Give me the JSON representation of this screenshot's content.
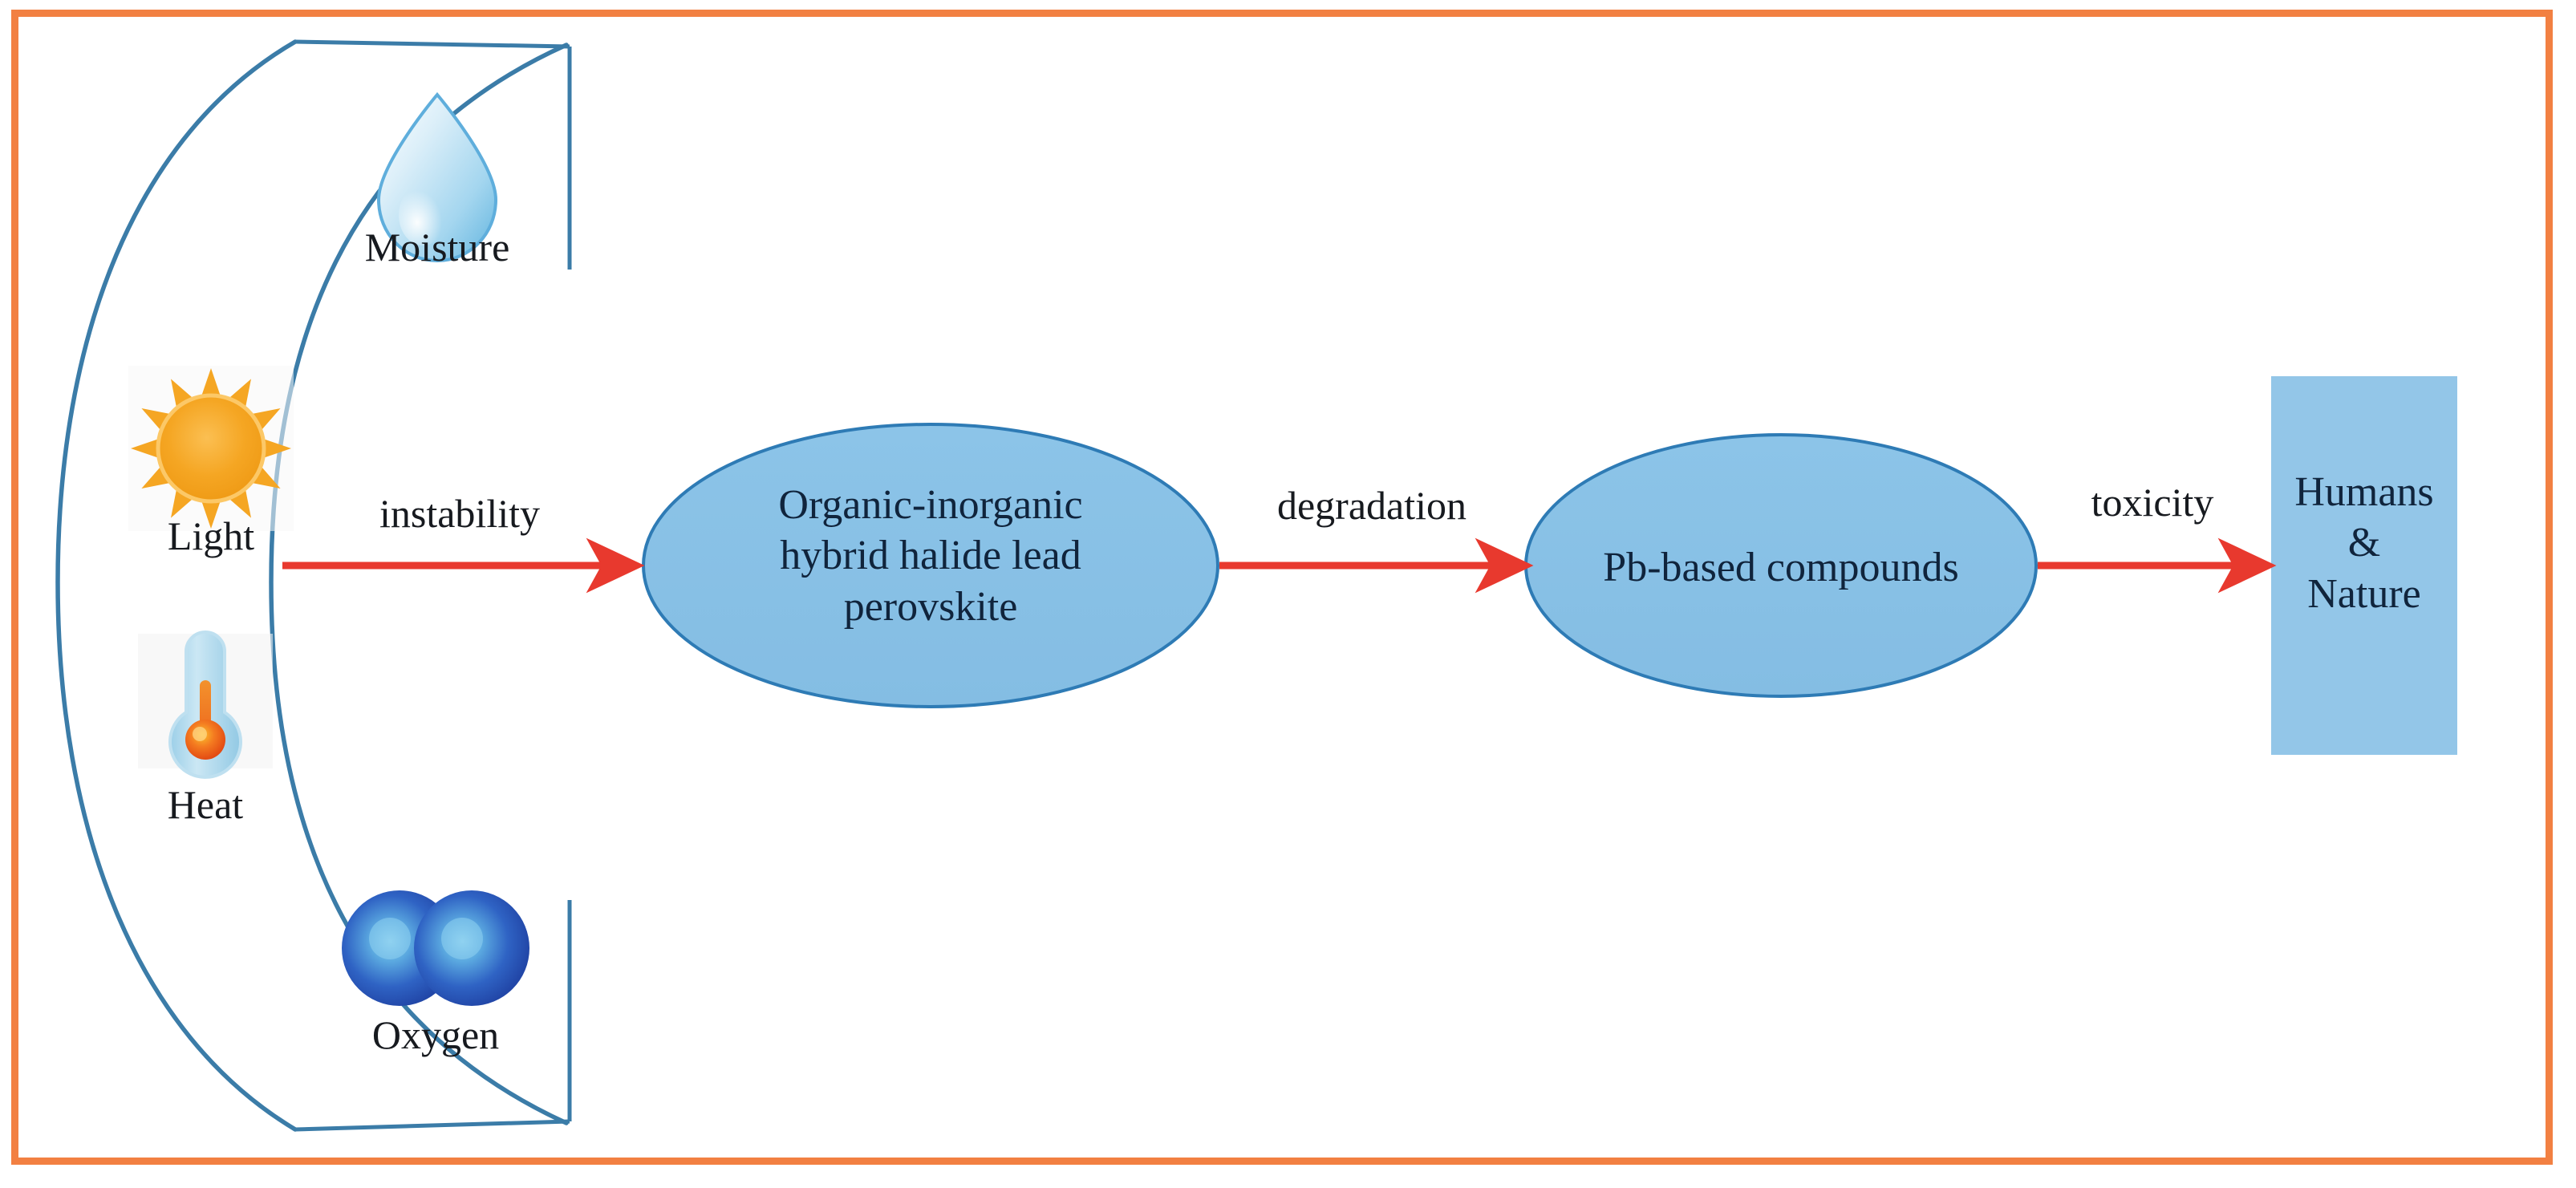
{
  "figure": {
    "border_color": "#F28042",
    "background": "#ffffff",
    "accent_blue": "#85BEE4",
    "node_stroke": "#2E7BB5",
    "arrow_color": "#E8392E",
    "brace_color": "#3B7CA8",
    "text_color": "#171a1f"
  },
  "factors": {
    "group_label": "degradation-factors",
    "items": [
      {
        "id": "moisture",
        "label": "Moisture",
        "icon": "water-droplet-icon"
      },
      {
        "id": "light",
        "label": "Light",
        "icon": "sun-icon"
      },
      {
        "id": "heat",
        "label": "Heat",
        "icon": "thermometer-icon"
      },
      {
        "id": "oxygen",
        "label": "Oxygen",
        "icon": "oxygen-molecule-icon"
      }
    ]
  },
  "arrows": [
    {
      "id": "arrow-instability",
      "label": "instability"
    },
    {
      "id": "arrow-degradation",
      "label": "degradation"
    },
    {
      "id": "arrow-toxicity",
      "label": "toxicity"
    }
  ],
  "nodes": {
    "perovskite": {
      "shape": "ellipse",
      "lines": [
        "Organic-inorganic",
        "hybrid halide lead",
        "perovskite"
      ]
    },
    "pb_compounds": {
      "shape": "ellipse",
      "lines": [
        "Pb-based compounds"
      ]
    },
    "humans_nature": {
      "shape": "rectangle",
      "lines": [
        "Humans",
        "&",
        "Nature"
      ]
    }
  },
  "chart_data": {
    "type": "diagram",
    "title": "Perovskite degradation pathway",
    "flow": [
      {
        "from": "degradation-factors",
        "to": "perovskite",
        "label": "instability"
      },
      {
        "from": "perovskite",
        "to": "pb_compounds",
        "label": "degradation"
      },
      {
        "from": "pb_compounds",
        "to": "humans_nature",
        "label": "toxicity"
      }
    ]
  }
}
